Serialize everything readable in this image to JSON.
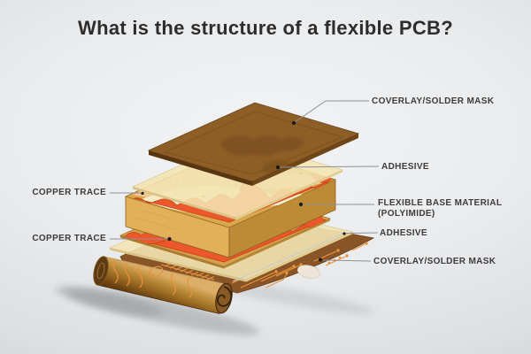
{
  "title": "What is the structure of a flexible PCB?",
  "callouts": {
    "right": [
      {
        "label": "COVERLAY/SOLDER MASK"
      },
      {
        "label": "ADHESIVE"
      },
      {
        "label": "FLEXIBLE BASE MATERIAL",
        "label2": "(POLYIMIDE)"
      },
      {
        "label": "ADHESIVE"
      },
      {
        "label": "COVERLAY/SOLDER MASK"
      }
    ],
    "left": [
      {
        "label": "COPPER TRACE"
      },
      {
        "label": "COPPER TRACE"
      }
    ]
  },
  "palette": {
    "background_center": "#f2f3f5",
    "background_edge": "#c7c9cd",
    "title_text": "#2d2d2d",
    "label_text": "#3c3c3c",
    "leader_line": "#8f9194",
    "leader_dot": "#1b1b1b",
    "coverlay_brown": "#8e5e27",
    "adhesive_cream": "#f2e4b2",
    "base_tan": "#d9a84d",
    "copper_orange": "#ec582b",
    "trace_orange": "#e8943e",
    "flex_board_brown": "#8a5526",
    "pad_white": "#ece5d8"
  }
}
